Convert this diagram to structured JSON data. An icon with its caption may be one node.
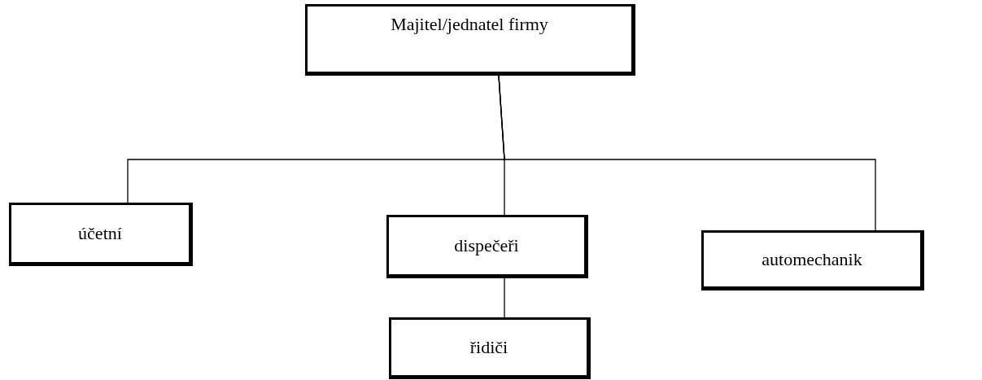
{
  "diagram": {
    "nodes": [
      {
        "text": [
          "Majitel/jednatel firmy"
        ]
      },
      {
        "text": [
          "účetní"
        ]
      },
      {
        "text": [
          "dispečeři"
        ]
      },
      {
        "text": [
          "automechanik"
        ]
      },
      {
        "text": [
          "řidiči"
        ]
      }
    ],
    "edges": [
      {
        "from": 0,
        "to": 1,
        "arrow": "none"
      },
      {
        "from": 0,
        "to": 2,
        "arrow": "none"
      },
      {
        "from": 0,
        "to": 3,
        "arrow": "none"
      },
      {
        "from": 2,
        "to": 4,
        "arrow": "none"
      }
    ]
  }
}
